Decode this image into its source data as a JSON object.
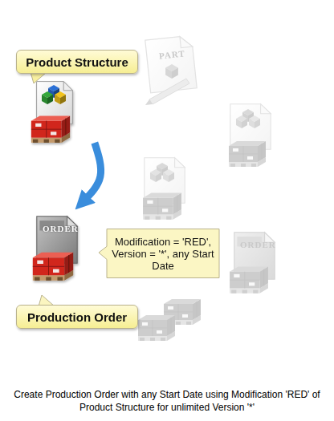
{
  "diagram": {
    "caption": "Create Production Order with any Start Date using Modification 'RED' of Product Structure for unlimited Version '*'",
    "nodes": [
      {
        "text": [
          "Product Structure"
        ]
      },
      {
        "text": [
          "Production Order"
        ]
      },
      {
        "text": [
          "Modification = 'RED', Version = '*', any Start Date"
        ]
      }
    ],
    "edges": [
      {
        "from": 0,
        "to": 1,
        "arrow": "to"
      }
    ],
    "labels": [
      "PART",
      "ORDER",
      "ORDER"
    ]
  }
}
